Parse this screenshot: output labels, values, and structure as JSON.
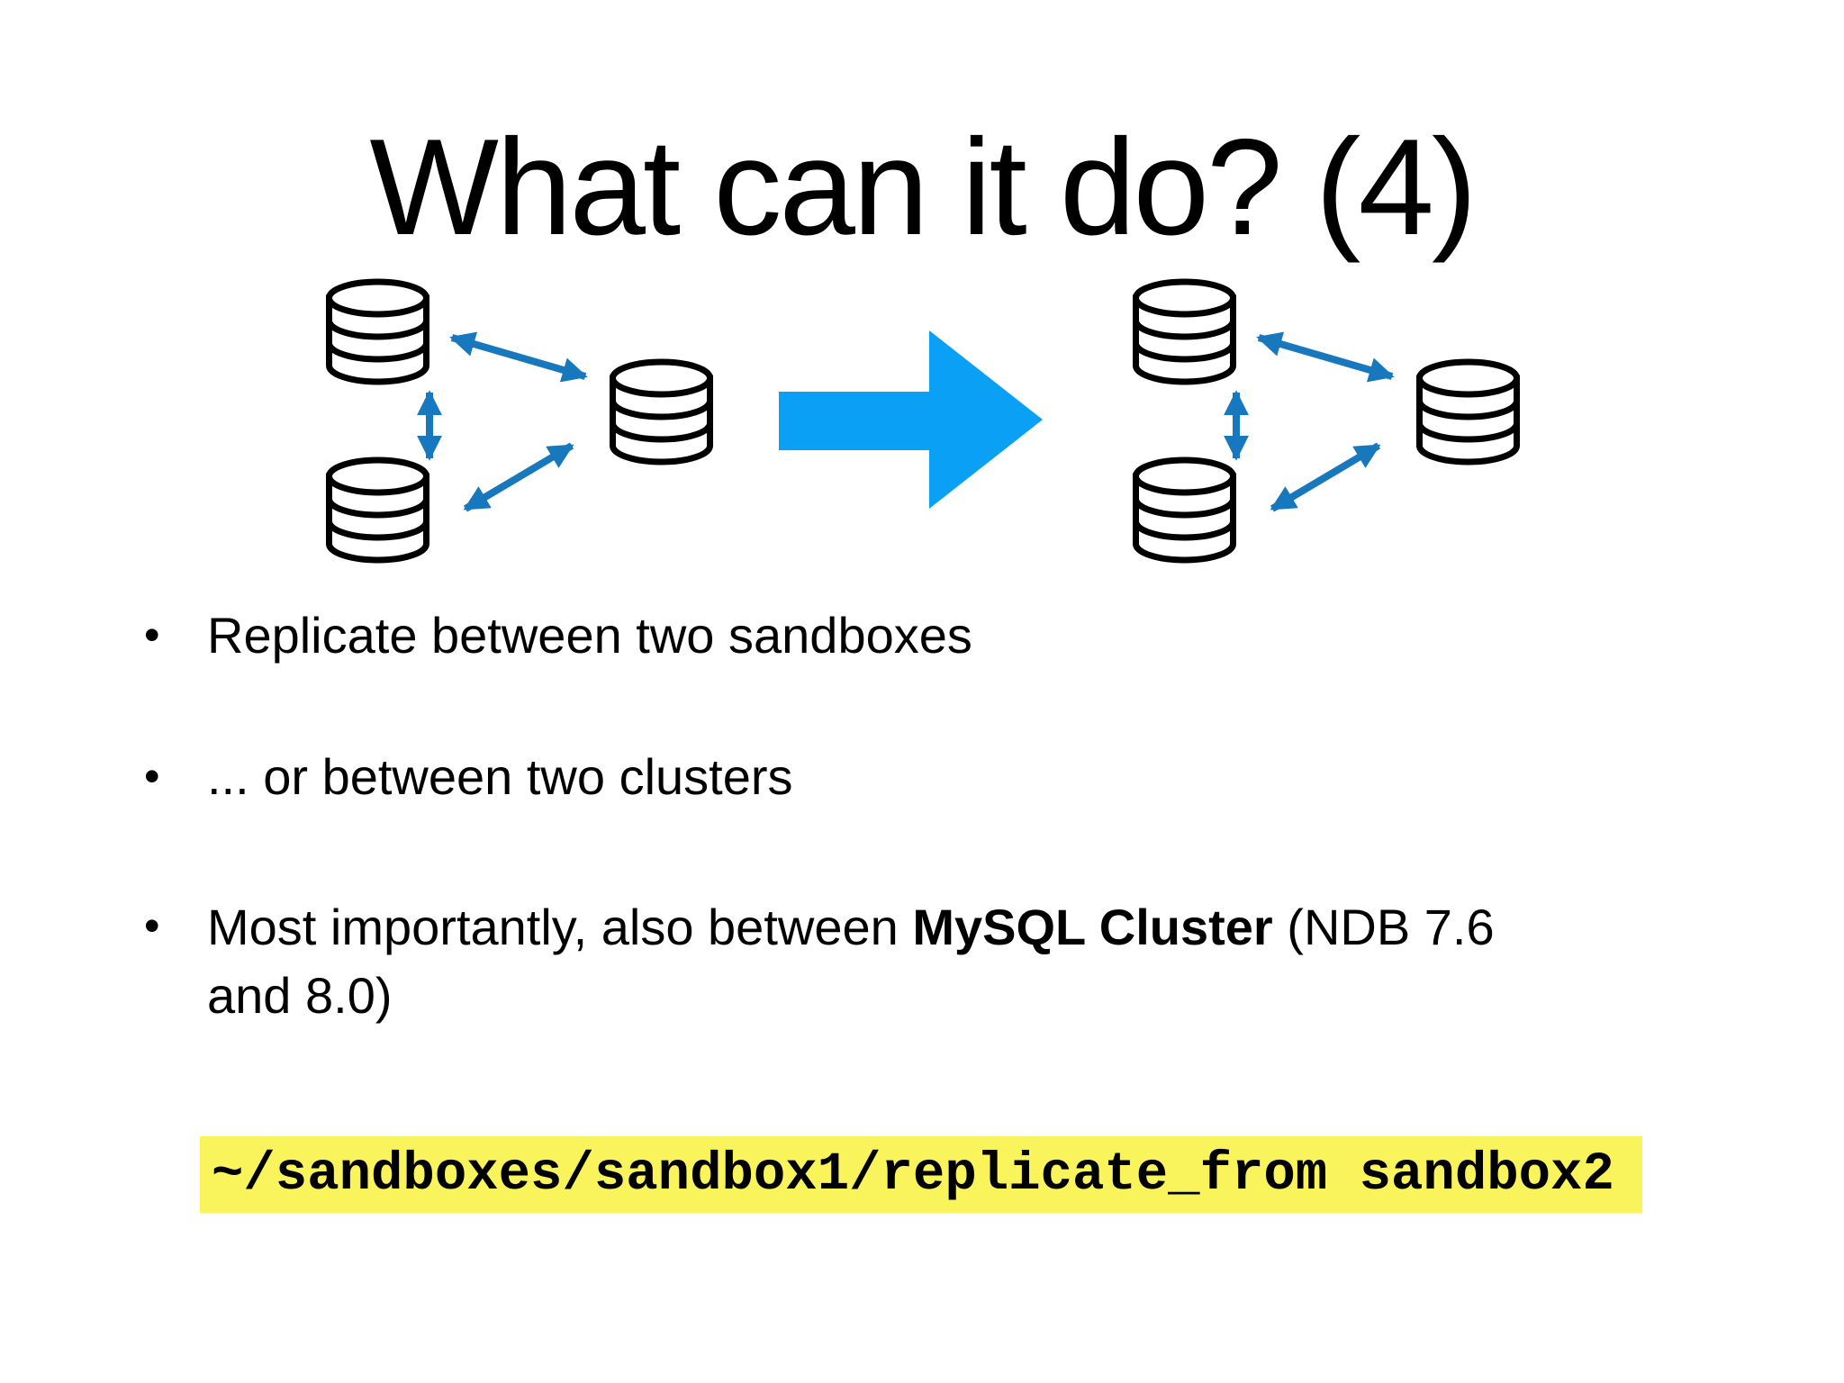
{
  "slide": {
    "title": "What can it do? (4)",
    "bullet_glyph": "•",
    "bullets": [
      {
        "text": "Replicate between two sandboxes"
      },
      {
        "text": "... or between two clusters"
      },
      {
        "text_before": "Most importantly, also between ",
        "text_bold": "MySQL Cluster",
        "text_after": " (NDB 7.6",
        "text_line2": "and 8.0)"
      }
    ],
    "code": "~/sandboxes/sandbox1/replicate_from sandbox2",
    "colors": {
      "big_arrow": "#0AA0F6",
      "link_arrow": "#1878BE",
      "cylinder_stroke": "#000000",
      "cylinder_fill": "#ffffff",
      "code_highlight": "#F9F45C",
      "text": "#000000"
    }
  }
}
